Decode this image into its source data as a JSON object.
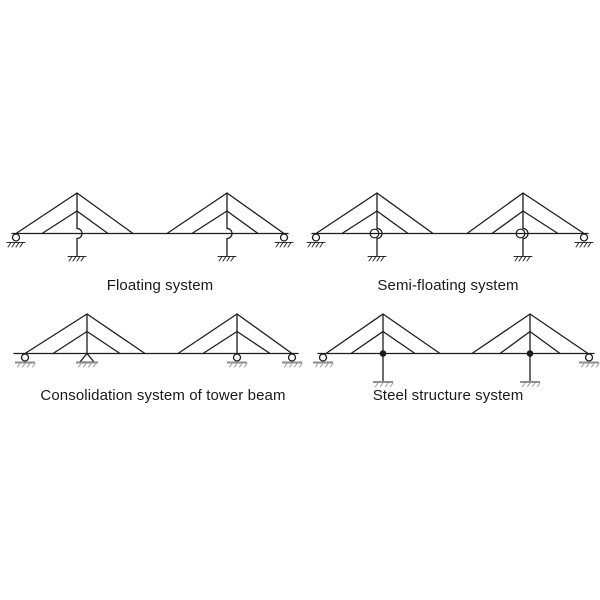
{
  "figure": {
    "background": "#ffffff",
    "line_color": "#1d1d1d",
    "ground_color": "#8e8e8e"
  },
  "diagrams": [
    {
      "id": "floating-system",
      "label": "Floating system"
    },
    {
      "id": "semi-floating-system",
      "label": "Semi-floating system"
    },
    {
      "id": "consolidation-system",
      "label": "Consolidation system of tower beam"
    },
    {
      "id": "steel-structure-system",
      "label": "Steel structure system"
    }
  ]
}
